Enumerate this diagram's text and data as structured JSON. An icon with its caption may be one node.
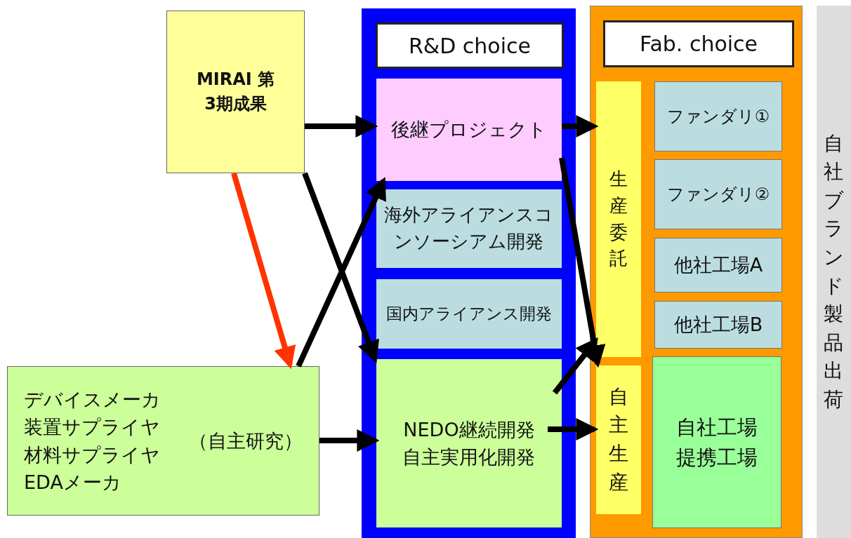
{
  "diagram": {
    "nodes": [
      {
        "text": [
          "MIRAI 第3期成果"
        ]
      },
      {
        "text": [
          "デバイスメーカ",
          "装置サプライヤ",
          "材料サプライヤ",
          "EDAメーカ",
          "（自主研究）"
        ]
      },
      {
        "text": [
          "R&D choice"
        ]
      },
      {
        "text": [
          "後継プロジェクト"
        ],
        "in": 2
      },
      {
        "text": [
          "海外アライアンスコンソーシアム開発"
        ],
        "in": 2
      },
      {
        "text": [
          "国内アライアンス開発"
        ],
        "in": 2
      },
      {
        "text": [
          "NEDO継続開発自主実用化開発"
        ],
        "in": 2
      },
      {
        "text": [
          "Fab. choice"
        ]
      },
      {
        "text": [
          "生産委託"
        ],
        "in": 7
      },
      {
        "text": [
          "ファンダリ①"
        ],
        "in": 7
      },
      {
        "text": [
          "ファンダリ②"
        ],
        "in": 7
      },
      {
        "text": [
          "他社工場A"
        ],
        "in": 7
      },
      {
        "text": [
          "他社工場B"
        ],
        "in": 7
      },
      {
        "text": [
          "自主生産"
        ],
        "in": 7
      },
      {
        "text": [
          "自社工場提携工場"
        ],
        "in": 7
      },
      {
        "text": [
          "自社ブランド製品出荷"
        ]
      }
    ],
    "edges": [
      {
        "from": 0,
        "to": 3,
        "arrow": "to"
      },
      {
        "from": 0,
        "to": 6,
        "arrow": "to"
      },
      {
        "from": 0,
        "to": 1,
        "arrow": "to",
        "color": "#ff3300"
      },
      {
        "from": 1,
        "to": 3,
        "arrow": "to"
      },
      {
        "from": 1,
        "to": 6,
        "arrow": "to"
      },
      {
        "from": 3,
        "to": 8,
        "arrow": "to"
      },
      {
        "from": 3,
        "to": 13,
        "arrow": "to"
      },
      {
        "from": 6,
        "to": 8,
        "arrow": "to"
      },
      {
        "from": 6,
        "to": 13,
        "arrow": "to"
      }
    ]
  }
}
